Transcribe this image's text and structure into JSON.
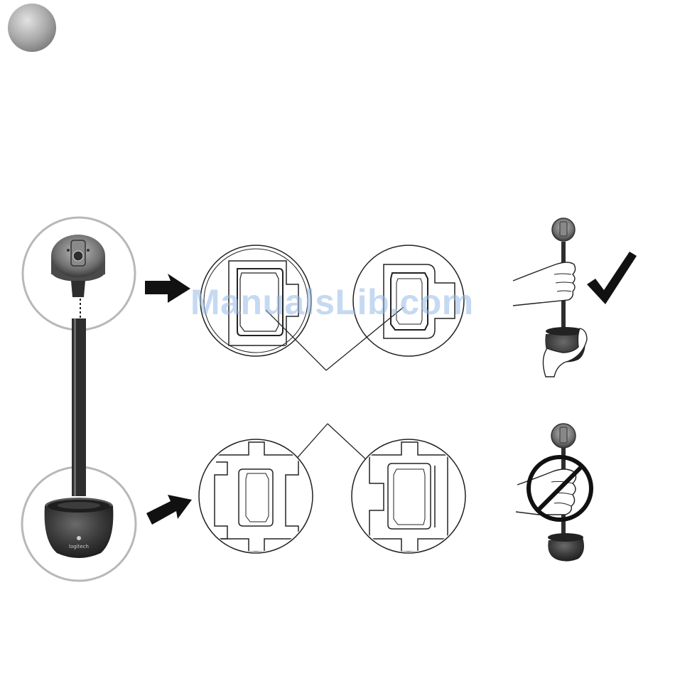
{
  "diagram": {
    "step_badge_label": "",
    "watermark_text": "ManualsLib.com",
    "base_logo_text": "logitech",
    "correct_mark": "check",
    "incorrect_mark": "prohibited",
    "colors": {
      "badge_light": "#d7d7d7",
      "badge_dark": "#7a7a7a",
      "device_dark": "#2e2e2e",
      "outline": "#222222",
      "zoom_circle": "#b8b8b8",
      "watermark": "#96b9e6"
    }
  }
}
